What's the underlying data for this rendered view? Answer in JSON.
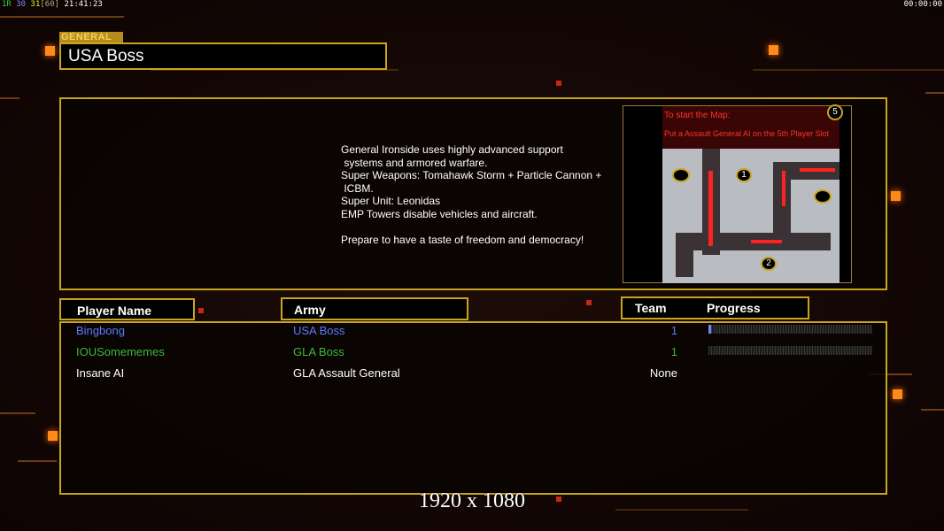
{
  "status": {
    "fps1": "1R",
    "fps2": "30",
    "fps3": "31",
    "fps_cap": "[60]",
    "clock": "21:41:23",
    "timer": "00:00:00"
  },
  "general": {
    "label": "GENERAL",
    "name": "USA Boss"
  },
  "description": [
    "General Ironside uses highly advanced support",
    " systems and armored warfare.",
    "Super Weapons: Tomahawk Storm + Particle Cannon +",
    " ICBM.",
    "Super Unit: Leonidas",
    "EMP Towers disable vehicles and aircraft.",
    "",
    "Prepare to have a taste of freedom and democracy!"
  ],
  "map": {
    "line1": "To start the Map:",
    "line2": "Put a Assault General AI on the 5th Player Slot",
    "slots": [
      "5",
      "1",
      "2"
    ]
  },
  "columns": {
    "player": "Player Name",
    "army": "Army",
    "team": "Team",
    "progress": "Progress"
  },
  "players": [
    {
      "name": "Bingbong",
      "army": "USA Boss",
      "team": "1",
      "progress": 0.01,
      "color": "#5a7cff"
    },
    {
      "name": "IOUSomememes",
      "army": "GLA Boss",
      "team": "1",
      "progress": 0,
      "color": "#3bbb3b"
    },
    {
      "name": "Insane AI",
      "army": "GLA Assault General",
      "team": "None",
      "progress": null,
      "color": "#ffffff"
    }
  ],
  "footer": "1920 x 1080"
}
